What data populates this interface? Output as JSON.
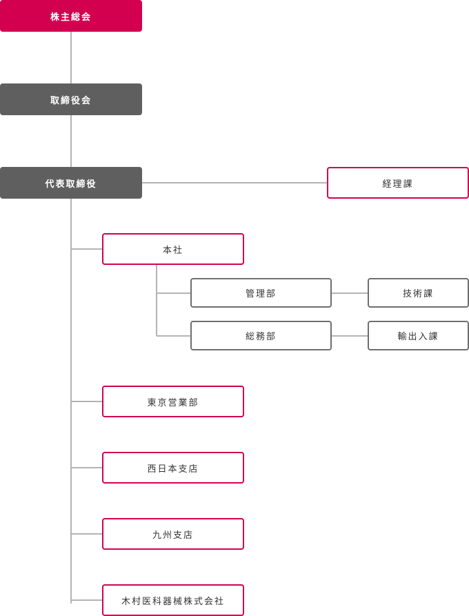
{
  "colors": {
    "accent": "#d3004f",
    "executive": "#5f5f5f",
    "sub_border": "#6e6e6e",
    "connector": "#b3b3b3"
  },
  "nodes": {
    "shareholders_meeting": "株主総会",
    "board_of_directors": "取締役会",
    "representative_director": "代表取締役",
    "accounting_section": "経理課",
    "head_office": "本社",
    "administration_dept": "管理部",
    "technical_section": "技術課",
    "general_affairs_dept": "総務部",
    "import_export_section": "輸出入課",
    "tokyo_sales_dept": "東京営業部",
    "west_japan_branch": "西日本支店",
    "kyushu_branch": "九州支店",
    "kimura_medical_machinery": "木村医科器械株式会社"
  }
}
